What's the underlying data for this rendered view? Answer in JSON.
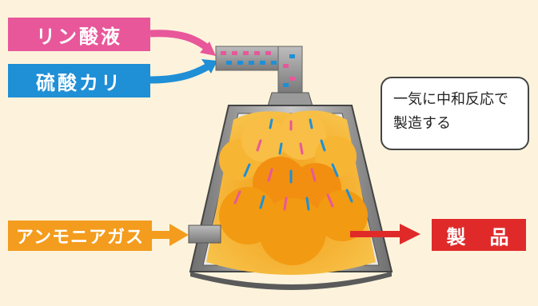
{
  "inputs": {
    "phosphoric_acid": "リン酸液",
    "potassium_sulfate": "硫酸カリ",
    "ammonia_gas": "アンモニアガス"
  },
  "output": {
    "product": "製　品"
  },
  "note": {
    "line1": "一気に中和反応で",
    "line2": "製造する"
  },
  "colors": {
    "background": "#fdf3dc",
    "phosphoric_acid": "#e8579a",
    "potassium_sulfate": "#1f8fd6",
    "ammonia_gas": "#f39c1e",
    "product": "#e02a2a",
    "vessel": "#7f7f7f",
    "mixture": "#f2a21b"
  }
}
